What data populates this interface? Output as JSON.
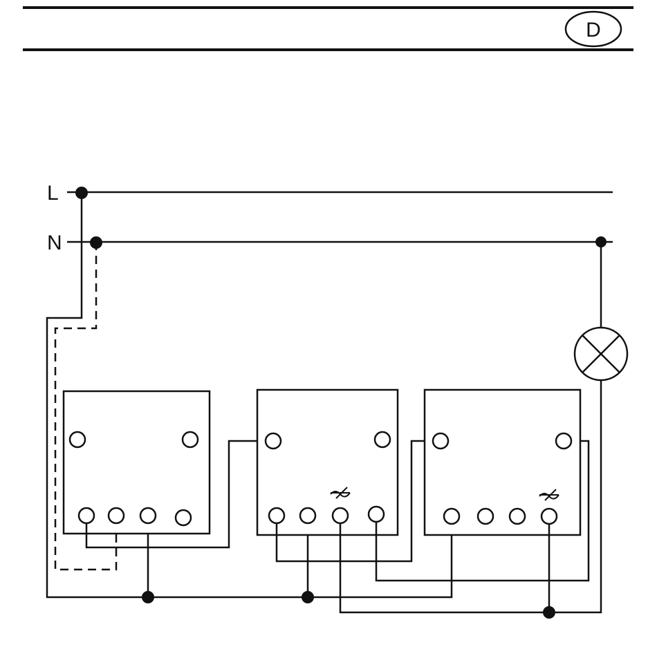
{
  "header": {
    "badge": "D"
  },
  "lines": {
    "live_label": "L",
    "neutral_label": "N"
  },
  "colors": {
    "ink": "#111111",
    "background": "#ffffff"
  },
  "icons": {
    "lamp": "lamp-cross-icon",
    "dimmer": "dimmer-adjust-icon"
  }
}
